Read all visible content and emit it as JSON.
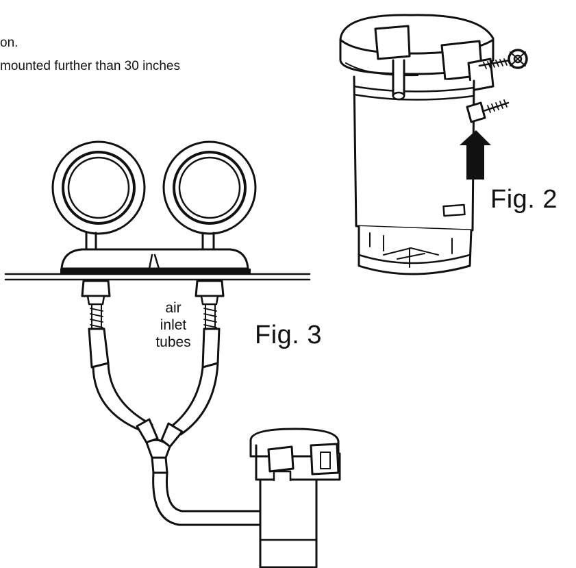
{
  "instructions": {
    "line1": "on.",
    "line2": "mounted further than 30 inches"
  },
  "figure2": {
    "label": "Fig. 2"
  },
  "figure3": {
    "label": "Fig. 3",
    "callout_line1": "air",
    "callout_line2": "inlet",
    "callout_line3": "tubes"
  }
}
